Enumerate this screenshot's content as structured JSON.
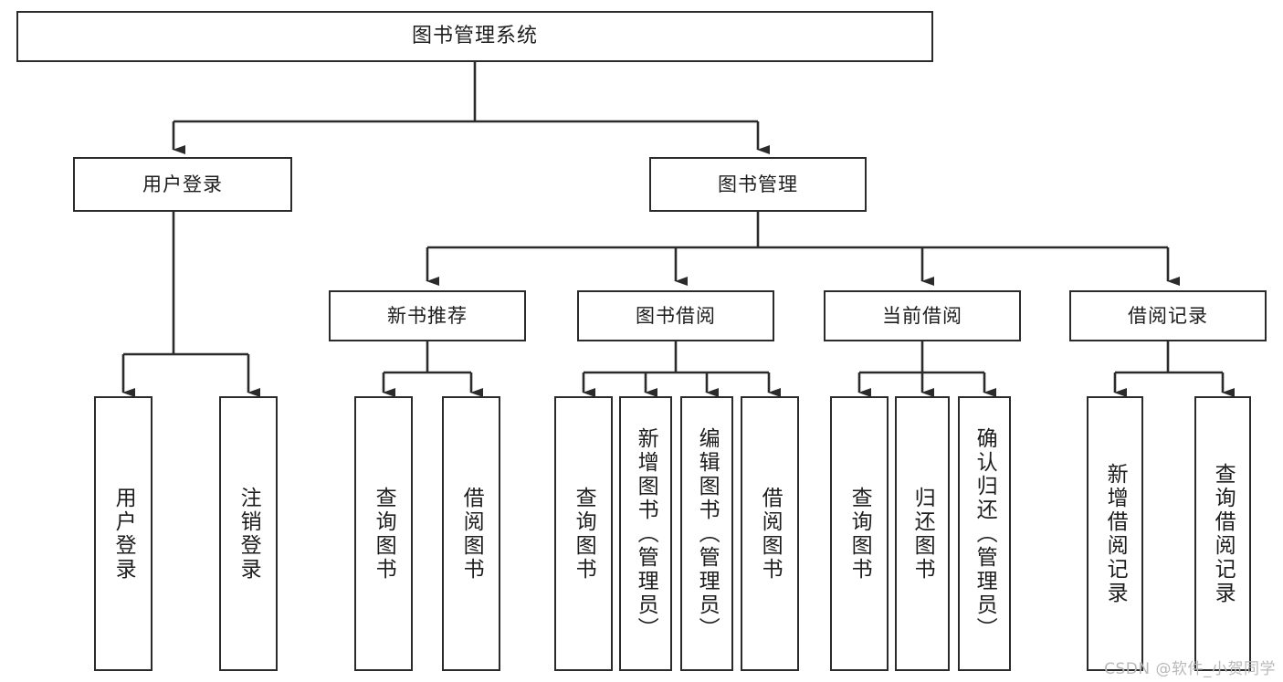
{
  "diagram": {
    "title": "图书管理系统",
    "type": "tree",
    "background": "#ffffff",
    "line_color": "#2b2b2b",
    "box_fill": "#ffffff",
    "text_color": "#1d1d1d"
  },
  "nodes": {
    "root": {
      "label": "图书管理系统",
      "level": 0,
      "orientation": "horizontal"
    },
    "l1": [
      {
        "id": "user_login",
        "label": "用户登录",
        "level": 1,
        "orientation": "horizontal"
      },
      {
        "id": "book_manage",
        "label": "图书管理",
        "level": 1,
        "orientation": "horizontal"
      }
    ],
    "l2": [
      {
        "id": "new_book_rec",
        "label": "新书推荐",
        "level": 2,
        "orientation": "horizontal",
        "parent": "book_manage"
      },
      {
        "id": "book_borrow",
        "label": "图书借阅",
        "level": 2,
        "orientation": "horizontal",
        "parent": "book_manage"
      },
      {
        "id": "current_borrow",
        "label": "当前借阅",
        "level": 2,
        "orientation": "horizontal",
        "parent": "book_manage"
      },
      {
        "id": "borrow_record",
        "label": "借阅记录",
        "level": 2,
        "orientation": "horizontal",
        "parent": "book_manage"
      }
    ],
    "leaves": [
      {
        "id": "leaf_user_login",
        "label": "用户登录",
        "parent": "user_login"
      },
      {
        "id": "leaf_logout",
        "label": "注销登录",
        "parent": "user_login"
      },
      {
        "id": "leaf_query_book_1",
        "label": "查询图书",
        "parent": "new_book_rec"
      },
      {
        "id": "leaf_borrow_book_1",
        "label": "借阅图书",
        "parent": "new_book_rec"
      },
      {
        "id": "leaf_query_book_2",
        "label": "查询图书",
        "parent": "book_borrow"
      },
      {
        "id": "leaf_add_book",
        "label": "新增图书（管理员）",
        "parent": "book_borrow"
      },
      {
        "id": "leaf_edit_book",
        "label": "编辑图书（管理员）",
        "parent": "book_borrow"
      },
      {
        "id": "leaf_borrow_book_2",
        "label": "借阅图书",
        "parent": "book_borrow"
      },
      {
        "id": "leaf_query_book_3",
        "label": "查询图书",
        "parent": "current_borrow"
      },
      {
        "id": "leaf_return_book",
        "label": "归还图书",
        "parent": "current_borrow"
      },
      {
        "id": "leaf_confirm_return",
        "label": "确认归还（管理员）",
        "parent": "current_borrow"
      },
      {
        "id": "leaf_add_record",
        "label": "新增借阅记录",
        "parent": "borrow_record"
      },
      {
        "id": "leaf_query_record",
        "label": "查询借阅记录",
        "parent": "borrow_record"
      }
    ]
  },
  "watermark": {
    "text": "CSDN @软件_小贺同学",
    "color": "#b9b9b9"
  }
}
